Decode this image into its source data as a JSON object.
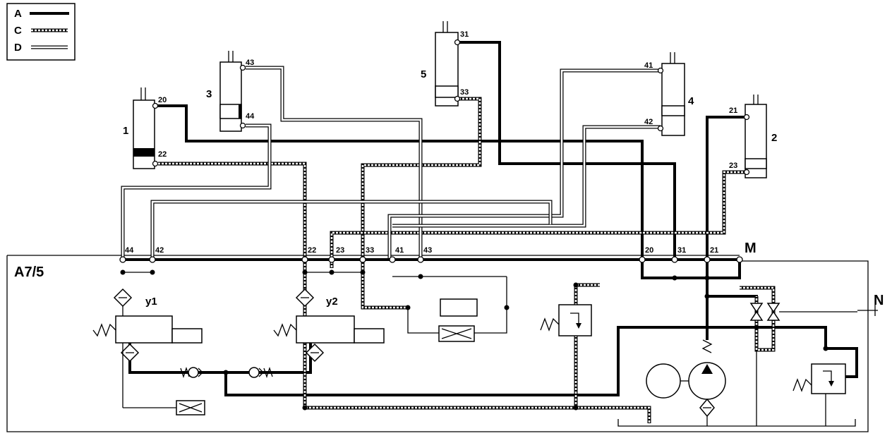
{
  "legend": {
    "items": [
      {
        "key": "A",
        "style": "solid"
      },
      {
        "key": "C",
        "style": "dashed"
      },
      {
        "key": "D",
        "style": "hollow"
      }
    ]
  },
  "unit_label": "A7/5",
  "valves": {
    "y1": "y1",
    "y2": "y2"
  },
  "markers": {
    "M": "M",
    "N": "N"
  },
  "cylinders": [
    {
      "id": "1",
      "ports": [
        "20",
        "22"
      ]
    },
    {
      "id": "2",
      "ports": [
        "21",
        "23"
      ]
    },
    {
      "id": "3",
      "ports": [
        "43",
        "44"
      ]
    },
    {
      "id": "4",
      "ports": [
        "41",
        "42"
      ]
    },
    {
      "id": "5",
      "ports": [
        "31",
        "33"
      ]
    }
  ],
  "manifold_ports": [
    "44",
    "42",
    "22",
    "23",
    "33",
    "41",
    "43",
    "20",
    "31",
    "21"
  ],
  "colors": {
    "ink": "#000000",
    "background": "#ffffff"
  }
}
